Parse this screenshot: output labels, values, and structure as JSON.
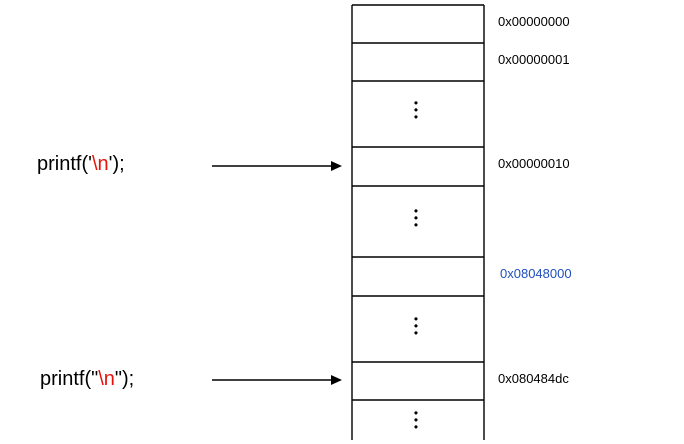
{
  "memory": {
    "cells": [
      {
        "kind": "cell"
      },
      {
        "kind": "cell"
      },
      {
        "kind": "ellipsis"
      },
      {
        "kind": "cell"
      },
      {
        "kind": "ellipsis"
      },
      {
        "kind": "cell"
      },
      {
        "kind": "ellipsis"
      },
      {
        "kind": "cell"
      },
      {
        "kind": "ellipsis"
      }
    ],
    "addresses": [
      {
        "text": "0x00000000",
        "color": "#000000"
      },
      {
        "text": "0x00000001",
        "color": "#000000"
      },
      {
        "text": "0x00000010",
        "color": "#000000"
      },
      {
        "text": "0x08048000",
        "color": "#1f4fbf"
      },
      {
        "text": "0x080484dc",
        "color": "#000000"
      }
    ]
  },
  "code_samples": [
    {
      "prefix": "printf('",
      "escape": "\\n",
      "suffix": "');"
    },
    {
      "prefix": "printf(\"",
      "escape": "\\n",
      "suffix": "\");"
    }
  ],
  "colors": {
    "escape_highlight": "#e8120c",
    "address_highlight": "#1f4fbf",
    "line": "#000000"
  }
}
